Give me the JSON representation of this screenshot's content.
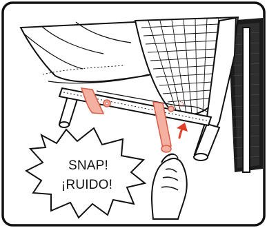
{
  "callout": {
    "line1": "SNAP!",
    "line2": "¡RUIDO!"
  },
  "colors": {
    "outline": "#111111",
    "strap": "#f4b0a0",
    "strap_edge": "#d9604c",
    "strap_arrow": "#e0402a",
    "background": "#ffffff"
  },
  "icons": {
    "sound_burst": "starburst-callout",
    "direction_arrow": "up-arrow"
  }
}
